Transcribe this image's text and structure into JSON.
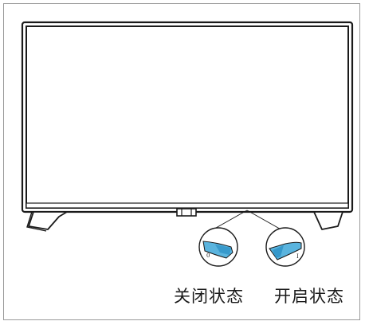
{
  "diagram": {
    "labels": {
      "off_state": "关闭状态",
      "on_state": "开启状态"
    },
    "switch_marks": {
      "off": "0",
      "on": "I"
    },
    "colors": {
      "line": "#1a1a1a",
      "switch_fill": "#5ab4de",
      "switch_dark": "#2a8fc4"
    }
  }
}
